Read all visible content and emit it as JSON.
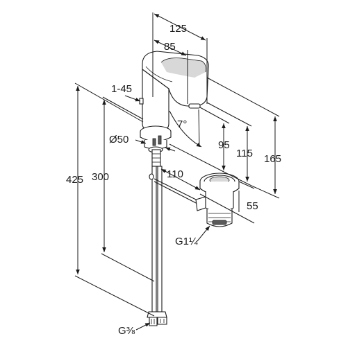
{
  "drawing": {
    "subject": "single-lever basin mixer with pop-up waste",
    "dimensions": {
      "d125": "125",
      "d85": "85",
      "d1_45": "1-45",
      "angle7": "7°",
      "diam50": "Ø50",
      "d95": "95",
      "d115": "115",
      "d165": "165",
      "d425": "425",
      "d300": "300",
      "d110": "110",
      "d55": "55",
      "g1_1_4": "G1¼",
      "g3_8": "G⅜"
    }
  }
}
